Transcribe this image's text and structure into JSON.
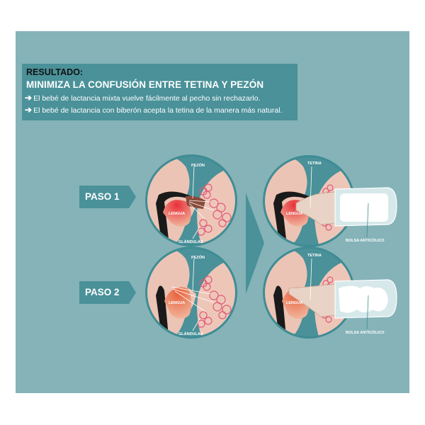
{
  "header": {
    "label": "RESULTADO:",
    "title": "MINIMIZA LA CONFUSIÓN ENTRE TETINA Y PEZÓN",
    "bullets": [
      "El bebé de lactancia mixta vuelve fácilmente al pecho sin rechazarlo.",
      "El bebé de lactancia con biberón acepta la tetina de la manera más natural."
    ],
    "bullet_icon": "arrow-right-icon"
  },
  "steps": [
    {
      "label": "PASO 1"
    },
    {
      "label": "PASO 2"
    }
  ],
  "diagrams": {
    "breast": {
      "nipple_label": "PEZÓN",
      "tongue_label": "LENGUA",
      "glands_label": "GLÁNDULAS"
    },
    "bottle": {
      "teat_label": "TETINA",
      "tongue_label": "LENGUA",
      "bag_label": "BOLSA ANTICÓLICO"
    }
  },
  "colors": {
    "outer_panel": "#85b3b8",
    "header_box": "#4a9199",
    "step_label": "#4a9199",
    "circle_border": "#3f8c94",
    "skin": "#ecc4b5",
    "tongue": "#e0503f",
    "gland": "#d9506e"
  }
}
